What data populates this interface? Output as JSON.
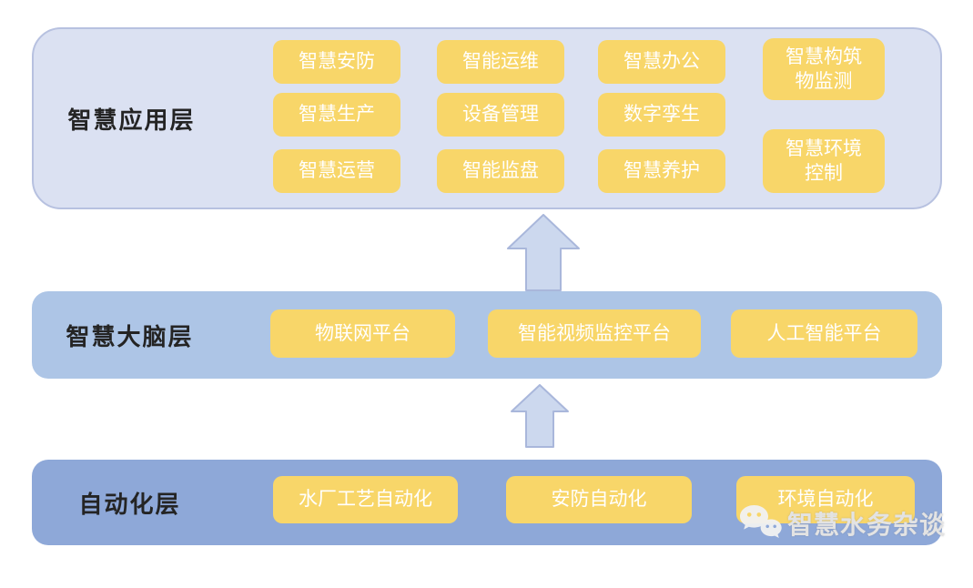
{
  "colors": {
    "app_bg": "#dbe1f2",
    "app_border": "#b7c1e0",
    "brain_bg": "#adc5e6",
    "auto_bg": "#8ea8d8",
    "box_bg": "#f8d669",
    "box_text": "#ffffff",
    "label_text": "#242424",
    "arrow_fill": "#ccd8ee",
    "arrow_stroke": "#a9b7db",
    "watermark": "#e3e3e3"
  },
  "app_layer": {
    "label": "智慧应用层",
    "col1": [
      "智慧安防",
      "智慧生产",
      "智慧运营"
    ],
    "col2": [
      "智能运维",
      "设备管理",
      "智能监盘"
    ],
    "col3": [
      "智慧办公",
      "数字孪生",
      "智慧养护"
    ],
    "col4": [
      "智慧构筑\n物监测",
      "智慧环境\n控制"
    ]
  },
  "brain_layer": {
    "label": "智慧大脑层",
    "boxes": [
      "物联网平台",
      "智能视频监控平台",
      "人工智能平台"
    ]
  },
  "auto_layer": {
    "label": "自动化层",
    "boxes": [
      "水厂工艺自动化",
      "安防自动化",
      "环境自动化"
    ]
  },
  "watermark": {
    "text": "智慧水务杂谈",
    "icon": "wechat-icon"
  }
}
